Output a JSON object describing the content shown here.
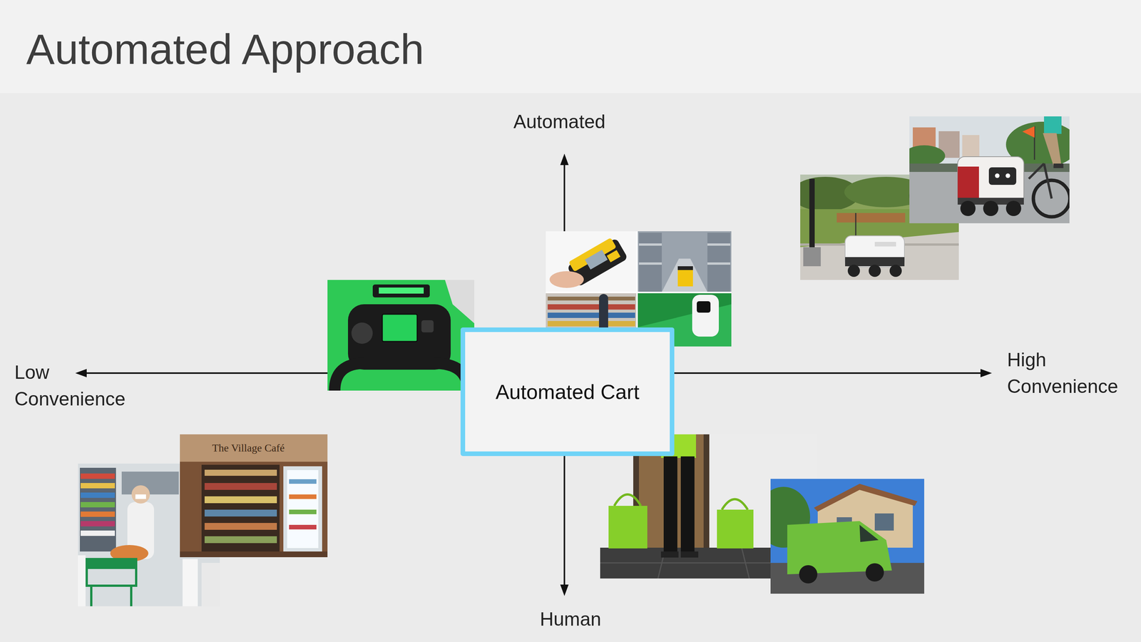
{
  "diagram": {
    "title": "Automated Approach",
    "nodes": [
      {
        "text": [
          "Automated Cart"
        ]
      }
    ],
    "labels": [
      "Automated",
      "Human",
      "Low Convenience",
      "High Convenience",
      "The Village Café"
    ]
  }
}
